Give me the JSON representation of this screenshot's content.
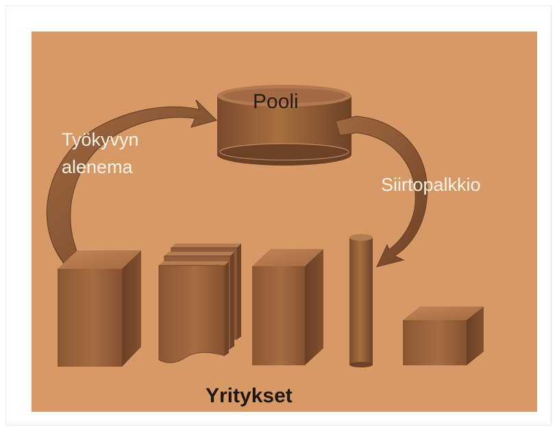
{
  "diagram": {
    "pool_label": "Pooli",
    "left_arrow_label_line1": "Työkyvyn",
    "left_arrow_label_line2": "alenema",
    "right_arrow_label": "Siirtopalkkio",
    "companies_label": "Yritykset"
  },
  "colors": {
    "slide_background": "#d79a67",
    "shape_front": "#9a623b",
    "shape_top": "#b47a4f",
    "shape_side": "#6f4327",
    "arrow": "#8c5734"
  }
}
